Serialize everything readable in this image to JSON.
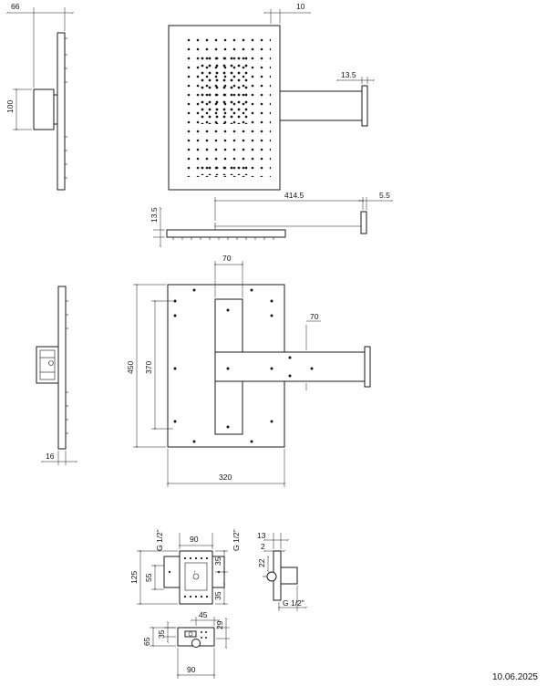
{
  "dimensions": {
    "side_top_width": "66",
    "side_top_height": "100",
    "arm_thickness": "10",
    "arm_tip": "13.5",
    "bottom_thickness": "13.5",
    "arm_length": "414.5",
    "arm_offset": "5.5",
    "back_arm_width": "70",
    "back_arm_height": "70",
    "height_outer": "450",
    "height_inner": "370",
    "width_outer": "320",
    "side_depth": "16",
    "box_thread_left": "G 1/2\"",
    "box_thread_right": "G 1/2\"",
    "box_width": "90",
    "box_right_top": "35",
    "box_right_bottom": "35",
    "box_height_outer": "125",
    "box_height_inner": "55",
    "box_side_13": "13",
    "box_side_2": "2",
    "box_side_22": "22",
    "box_side_thread": "G 1/2\"",
    "box_bottom_45": "45",
    "box_bottom_29": "29",
    "box_bottom_65": "65",
    "box_bottom_35": "35",
    "box_bottom_width": "90"
  },
  "footer": {
    "date": "10.06.2025"
  }
}
